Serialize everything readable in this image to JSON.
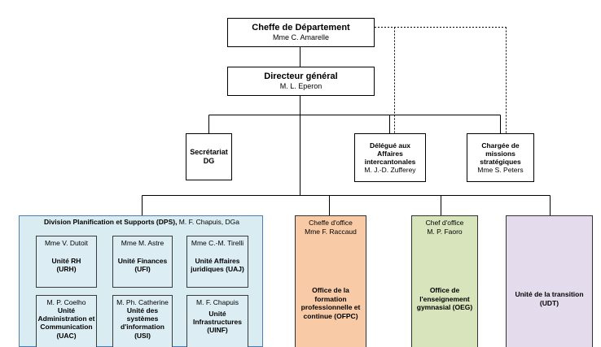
{
  "top": {
    "title": "Cheffe de Département",
    "person": "Mme C. Amarelle"
  },
  "director": {
    "title": "Directeur général",
    "person": "M. L. Eperon"
  },
  "staff": {
    "secretariat": {
      "title_line1": "Secrétariat",
      "title_line2": "DG"
    },
    "delegate": {
      "title_line1": "Délégué aux",
      "title_line2": "Affaires",
      "title_line3": "intercantonales",
      "person": "M. J.-D. Zufferey"
    },
    "missions": {
      "title_line1": "Chargée de",
      "title_line2": "missions",
      "title_line3": "stratégiques",
      "person": "Mme S. Peters"
    }
  },
  "dps": {
    "title_bold": "Division Planification et Supports (DPS),",
    "title_rest": " M. F. Chapuis, DGa",
    "units": [
      {
        "head": "Mme V. Dutoit",
        "name_line1": "Unité RH",
        "name_line2": "(URH)"
      },
      {
        "head": "Mme M. Astre",
        "name_line1": "Unité Finances",
        "name_line2": "(UFI)"
      },
      {
        "head": "Mme C.-M. Tirelli",
        "name_line1": "Unité Affaires",
        "name_line2": "juridiques (UAJ)"
      },
      {
        "head": "M. P. Coelho",
        "name_line1": "Unité",
        "name_line2": "Administration et",
        "name_line3": "Communication",
        "name_line4": "(UAC)"
      },
      {
        "head": "M. Ph. Catherine",
        "name_line1": "Unité des",
        "name_line2": "systèmes",
        "name_line3": "d'information",
        "name_line4": "(USI)"
      },
      {
        "head": "M. F. Chapuis",
        "name_line1": "Unité",
        "name_line2": "Infrastructures",
        "name_line3": "(UINF)"
      }
    ]
  },
  "offices": {
    "ofpc": {
      "head_line1": "Cheffe d'office",
      "head_line2": "Mme F. Raccaud",
      "name_line1": "Office de la formation",
      "name_line2": "professionnelle et",
      "name_line3": "continue (OFPC)"
    },
    "oeg": {
      "head_line1": "Chef d'office",
      "head_line2": "M. P. Faoro",
      "name_line1": "Office de",
      "name_line2": "l'enseignement",
      "name_line3": "gymnasial (OEG)"
    },
    "udt": {
      "name_line1": "Unité de la transition",
      "name_line2": "(UDT)"
    }
  },
  "colors": {
    "dps_fill": "#d9ecf2",
    "dps_border": "#4a7fb0",
    "ofpc_fill": "#f8cba6",
    "oeg_fill": "#d7e4bc",
    "udt_fill": "#e4dcec"
  }
}
